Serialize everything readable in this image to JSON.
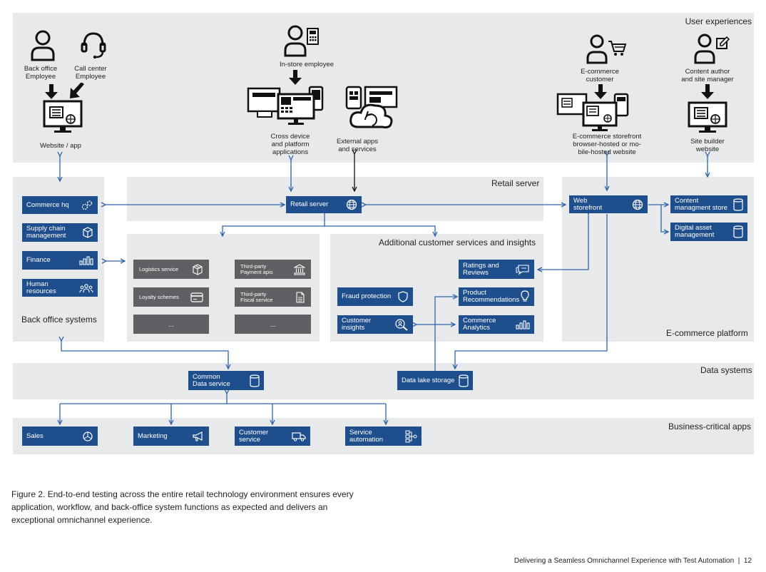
{
  "zones": {
    "user_experiences": "User experiences",
    "retail_server": "Retail server",
    "additional_services": "Additional customer services and insights",
    "back_office": "Back office systems",
    "ecommerce_platform": "E-commerce platform",
    "data_systems": "Data systems",
    "business_apps": "Business-critical apps"
  },
  "users": {
    "back_office": "Back office\nEmployee",
    "call_center": "Call center\nEmployee",
    "website_app": "Website / app",
    "in_store": "In-store employee",
    "cross_device": "Cross device\nand platform\napplications",
    "external_apps": "External apps\nand services",
    "ecom_customer": "E-commerce\ncustomer",
    "storefront_label": "E-commerce storefront\nbrowser-hosted or mo-\nbile-hosted website",
    "content_author": "Content author\nand site manager",
    "site_builder": "Site builder\nwebsite"
  },
  "back_office_items": [
    "Commerce hq",
    "Supply chain\nmanagement",
    "Finance",
    "Human resources"
  ],
  "retail_server_box": "Retail server",
  "services": {
    "logistics": "Logistics service",
    "payment": "Third-party\nPayment apis",
    "loyalty": "Loyalty schemes",
    "fiscal": "Third-party\nFiscal service",
    "more_left": "...",
    "more_right": "..."
  },
  "insights": {
    "ratings": "Ratings and\nReviews",
    "fraud": "Fraud protection",
    "recommendations": "Product\nRecommendations",
    "customer_insights": "Customer\ninsights",
    "analytics": "Commerce\nAnalytics"
  },
  "ecommerce": {
    "web_storefront": "Web\nstorefront",
    "content_store": "Content\nmanagment store",
    "digital_asset": "Digital asset\nmanagement"
  },
  "data": {
    "common": "Common\nData service",
    "lake": "Data lake storage"
  },
  "business": [
    "Sales",
    "Marketing",
    "Customer\nservice",
    "Service\nautomation"
  ],
  "caption": "Figure 2. End-to-end testing across the entire retail technology environment ensures every application, workflow, and back-office system functions as expected and delivers an exceptional omnichannel experience.",
  "footer": "Delivering a Seamless Omnichannel Experience with Test Automation  |  12",
  "colors": {
    "zone_bg": "#e8e9ea",
    "box_blue": "#1f4e8c",
    "box_dark": "#5e6063",
    "arrow_blue": "#2f63ab"
  }
}
